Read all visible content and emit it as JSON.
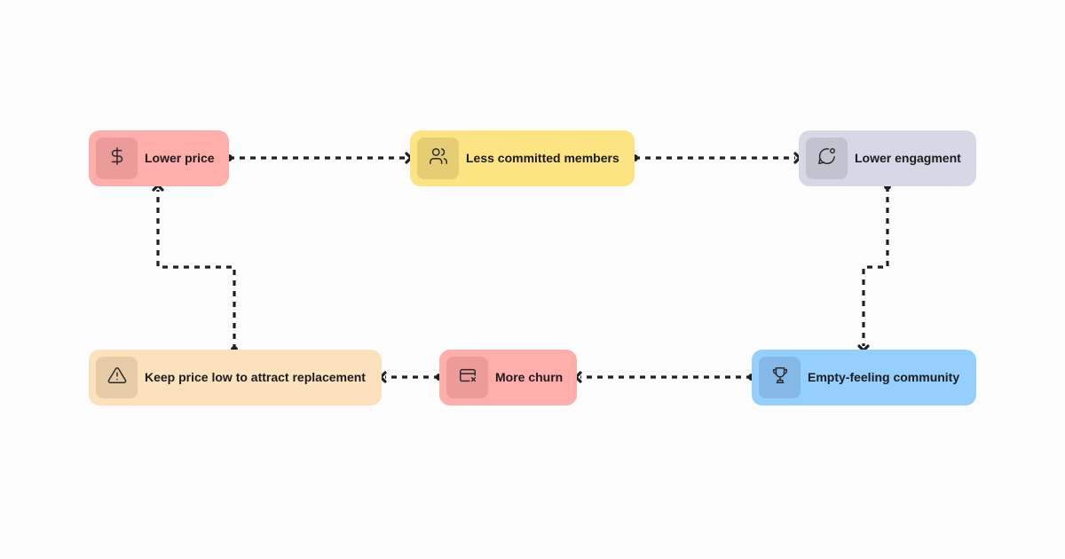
{
  "nodes": [
    {
      "id": "lower-price",
      "label": "Lower price",
      "icon": "dollar-icon",
      "bg_color": "#ffaeac",
      "icon_bg_color": "#eb9b99"
    },
    {
      "id": "less-committed",
      "label": "Less committed members",
      "icon": "users-icon",
      "bg_color": "#fde482",
      "icon_bg_color": "#e5cd74"
    },
    {
      "id": "lower-engagement",
      "label": "Lower engagment",
      "icon": "message-circle-icon",
      "bg_color": "#d6d9e5",
      "icon_bg_color": "#c1c4cf"
    },
    {
      "id": "empty-community",
      "label": "Empty-feeling community",
      "icon": "trophy-icon",
      "bg_color": "#94cffe",
      "icon_bg_color": "#84b9e5"
    },
    {
      "id": "more-churn",
      "label": "More churn",
      "icon": "credit-card-x-icon",
      "bg_color": "#ffaeac",
      "icon_bg_color": "#eb9b99"
    },
    {
      "id": "keep-price-low",
      "label": "Keep price low to attract replacement",
      "icon": "warning-icon",
      "bg_color": "#fce2bc",
      "icon_bg_color": "#e7cba6"
    }
  ],
  "edges": [
    {
      "from": "lower-price",
      "to": "less-committed"
    },
    {
      "from": "less-committed",
      "to": "lower-engagement"
    },
    {
      "from": "lower-engagement",
      "to": "empty-community"
    },
    {
      "from": "empty-community",
      "to": "more-churn"
    },
    {
      "from": "more-churn",
      "to": "keep-price-low"
    },
    {
      "from": "keep-price-low",
      "to": "lower-price"
    }
  ],
  "styles": {
    "connector_color": "#1f1f24",
    "text_color": "#1b1b1f",
    "background": "#fdfdfd"
  }
}
